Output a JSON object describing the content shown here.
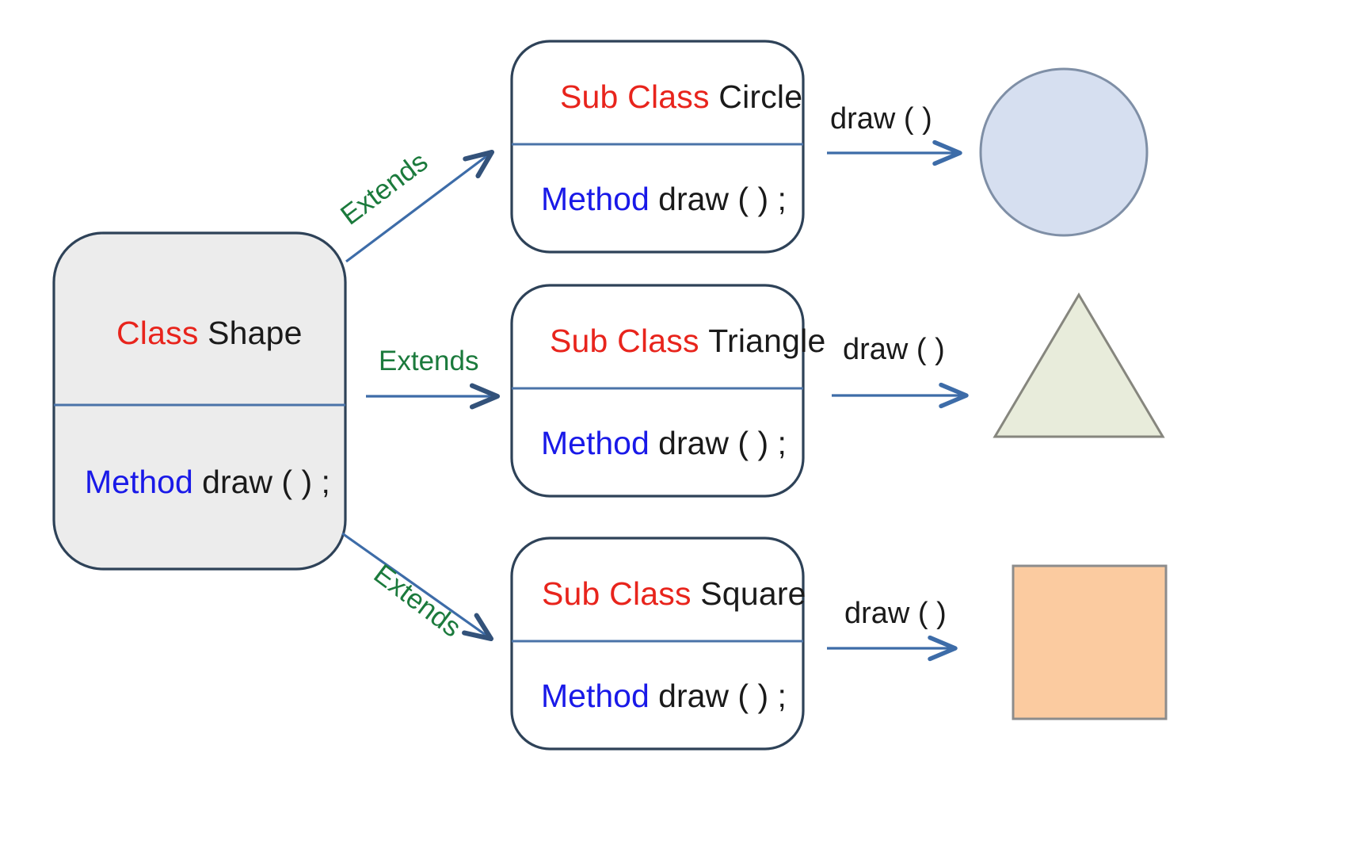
{
  "diagram": {
    "title": "Class inheritance: Shape and its subclasses",
    "background_color": "#ffffff",
    "stroke_color": "#2e4258",
    "divider_color": "#4a73a8",
    "arrow_color": "#3d6ca8",
    "keyword_red": "#e8241c",
    "keyword_blue": "#1919e8",
    "label_green": "#1b7a3c",
    "text_black": "#1a1a1a"
  },
  "base_class": {
    "keyword": "Class",
    "name": "Shape",
    "method_keyword": "Method",
    "method_signature": "draw ( ) ;",
    "fill_color": "#ececec"
  },
  "subclasses": [
    {
      "keyword": "Sub Class",
      "name": "Circle",
      "method_keyword": "Method",
      "method_signature": "draw ( ) ;",
      "relation_label": "Extends",
      "call_label": "draw ( )",
      "shape": "circle",
      "shape_fill": "#d6dff0",
      "shape_stroke": "#7f8fa6"
    },
    {
      "keyword": "Sub Class",
      "name": "Triangle",
      "method_keyword": "Method",
      "method_signature": "draw ( ) ;",
      "relation_label": "Extends",
      "call_label": "draw ( )",
      "shape": "triangle",
      "shape_fill": "#e8ecdb",
      "shape_stroke": "#86867e"
    },
    {
      "keyword": "Sub Class",
      "name": "Square",
      "method_keyword": "Method",
      "method_signature": "draw ( ) ;",
      "relation_label": "Extends",
      "call_label": "draw ( )",
      "shape": "square",
      "shape_fill": "#fbcba0",
      "shape_stroke": "#8c8c8c"
    }
  ]
}
